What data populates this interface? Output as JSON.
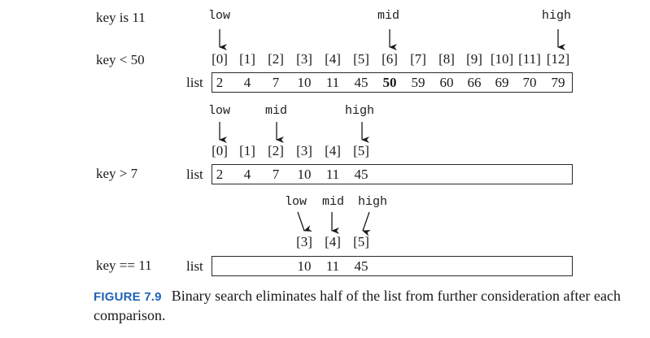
{
  "figure": {
    "rows": [
      {
        "key_text": "key is 11",
        "pointers": [
          {
            "label": "low"
          },
          {
            "label": "mid"
          },
          {
            "label": "high"
          }
        ]
      },
      {
        "key_text": "key < 50",
        "list_label": "list",
        "indices": [
          "[0]",
          "[1]",
          "[2]",
          "[3]",
          "[4]",
          "[5]",
          "[6]",
          "[7]",
          "[8]",
          "[9]",
          "[10]",
          "[11]",
          "[12]"
        ],
        "values": [
          "2",
          "4",
          "7",
          "10",
          "11",
          "45",
          "50",
          "59",
          "60",
          "66",
          "69",
          "70",
          "79"
        ],
        "bold_value_index": 6
      },
      {
        "key_text": "key > 7",
        "list_label": "list",
        "pointers": [
          {
            "label": "low"
          },
          {
            "label": "mid"
          },
          {
            "label": "high"
          }
        ],
        "indices": [
          "[0]",
          "[1]",
          "[2]",
          "[3]",
          "[4]",
          "[5]"
        ],
        "values": [
          "2",
          "4",
          "7",
          "10",
          "11",
          "45"
        ]
      },
      {
        "key_text": "key == 11",
        "list_label": "list",
        "pointers": [
          {
            "label": "low"
          },
          {
            "label": "mid"
          },
          {
            "label": "high"
          }
        ],
        "indices": [
          "[3]",
          "[4]",
          "[5]"
        ],
        "values": [
          "10",
          "11",
          "45"
        ]
      }
    ]
  },
  "caption": {
    "label": "FIGURE 7.9",
    "text": "Binary search eliminates half of the list from further consideration after each comparison."
  }
}
